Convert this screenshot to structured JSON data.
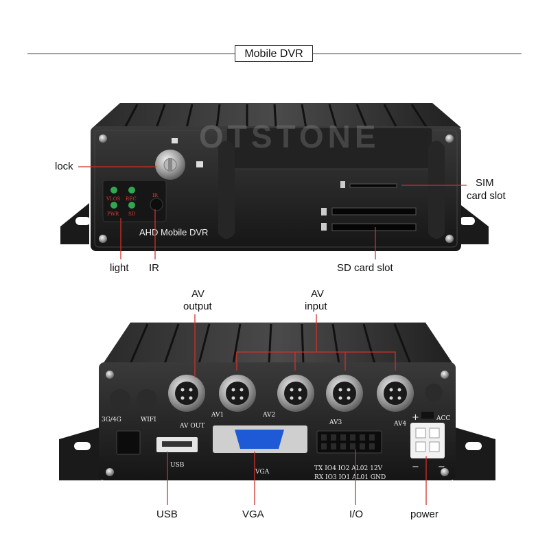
{
  "header": {
    "title": "Mobile DVR"
  },
  "front_panel": {
    "model_label": "AHD Mobile DVR",
    "led_labels": [
      "VLOS",
      "REC",
      "PWR",
      "SD"
    ],
    "ir_label": "IR",
    "watermark": "OTSTONE"
  },
  "rear_panel": {
    "port_labels": [
      "AV OUT",
      "AV1",
      "AV2",
      "AV3",
      "AV4",
      "3G/4G",
      "WIFI",
      "ACC",
      "USB",
      "VGA"
    ],
    "io_pins_top": "TX  IO4  IO2  AL02  12V",
    "io_pins_bottom": "RX  IO3  IO1  AL01  GND",
    "power_plus": "+",
    "power_minus_1": "−",
    "power_minus_2": "−"
  },
  "callouts": {
    "lock": "lock",
    "sim_line1": "SIM",
    "sim_line2": "card slot",
    "light": "light",
    "ir": "IR",
    "sd": "SD card slot",
    "av_output_line1": "AV",
    "av_output_line2": "output",
    "av_input_line1": "AV",
    "av_input_line2": "input",
    "usb": "USB",
    "vga": "VGA",
    "io": "I/O",
    "power": "power"
  },
  "colors": {
    "callout_line": "#d0302a",
    "body": "#1b1b1b",
    "led": "#2fa84f"
  }
}
